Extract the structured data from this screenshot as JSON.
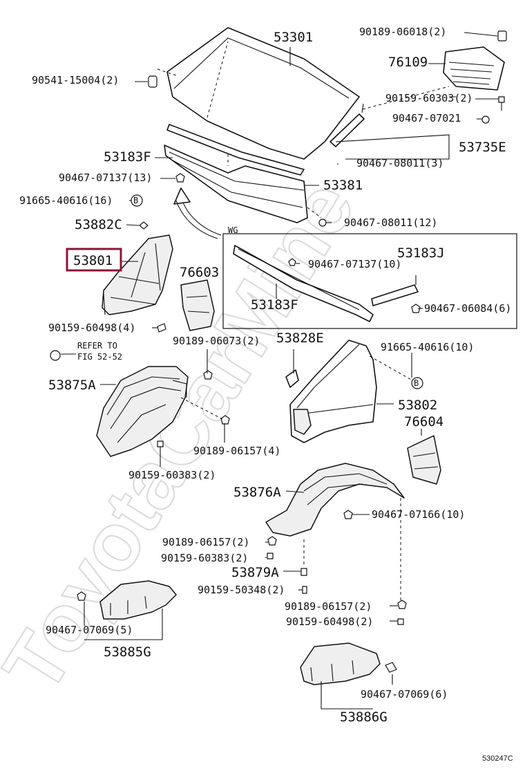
{
  "watermark": "ToyotaCarMine",
  "highlighted_part": "53801",
  "figure_code": "530247C",
  "group_box_label": "WG",
  "refer_note": {
    "line1": "REFER TO",
    "line2": "FIG 52-52"
  },
  "circle_marker": "B",
  "labels": {
    "p53301": "53301",
    "p90189_06018": "90189-06018(2)",
    "p76109": "76109",
    "p90541_15004": "90541-15004(2)",
    "p90159_60303": "90159-60303(2)",
    "p90467_07021": "90467-07021",
    "p53735E": "53735E",
    "p53183F_top": "53183F",
    "p90467_08011_3": "90467-08011(3)",
    "p90467_07137_13": "90467-07137(13)",
    "p53381": "53381",
    "p91665_40616_16": "91665-40616(16)",
    "p90467_08011_12": "90467-08011(12)",
    "p53882C": "53882C",
    "p53801": "53801",
    "p53183J": "53183J",
    "p90467_07137_10": "90467-07137(10)",
    "p76603": "76603",
    "p53183F_box": "53183F",
    "p90467_06084": "90467-06084(6)",
    "p90159_60498_4": "90159-60498(4)",
    "p90189_06073": "90189-06073(2)",
    "p53828E": "53828E",
    "p91665_40616_10": "91665-40616(10)",
    "p53875A": "53875A",
    "p53802": "53802",
    "p76604": "76604",
    "p90189_06157_4": "90189-06157(4)",
    "p90159_60383_2a": "90159-60383(2)",
    "p53876A": "53876A",
    "p90467_07166": "90467-07166(10)",
    "p90189_06157_2a": "90189-06157(2)",
    "p90159_60383_2b": "90159-60383(2)",
    "p53879A": "53879A",
    "p90159_50348": "90159-50348(2)",
    "p90189_06157_2b": "90189-06157(2)",
    "p90159_60498_2": "90159-60498(2)",
    "p90467_07069_5": "90467-07069(5)",
    "p53885G": "53885G",
    "p90467_07069_6": "90467-07069(6)",
    "p53886G": "53886G"
  }
}
